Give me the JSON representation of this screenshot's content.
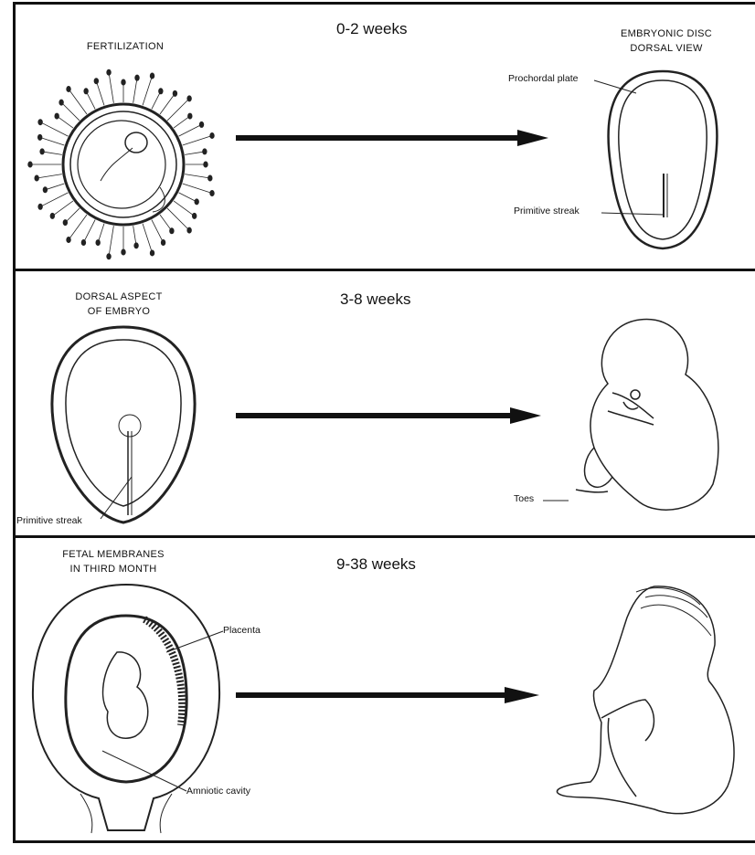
{
  "panels": [
    {
      "weeks": "0-2 weeks",
      "left_title": "FERTILIZATION",
      "right_title_1": "EMBRYONIC DISC",
      "right_title_2": "DORSAL VIEW",
      "labels": {
        "prochordal": "Prochordal plate",
        "streak": "Primitive streak"
      }
    },
    {
      "weeks": "3-8 weeks",
      "left_title_1": "DORSAL ASPECT",
      "left_title_2": "OF EMBRYO",
      "labels": {
        "streak": "Primitive streak",
        "toes": "Toes"
      }
    },
    {
      "weeks": "9-38 weeks",
      "left_title_1": "FETAL MEMBRANES",
      "left_title_2": "IN THIRD MONTH",
      "labels": {
        "placenta": "Placenta",
        "amniotic": "Amniotic cavity"
      }
    }
  ]
}
